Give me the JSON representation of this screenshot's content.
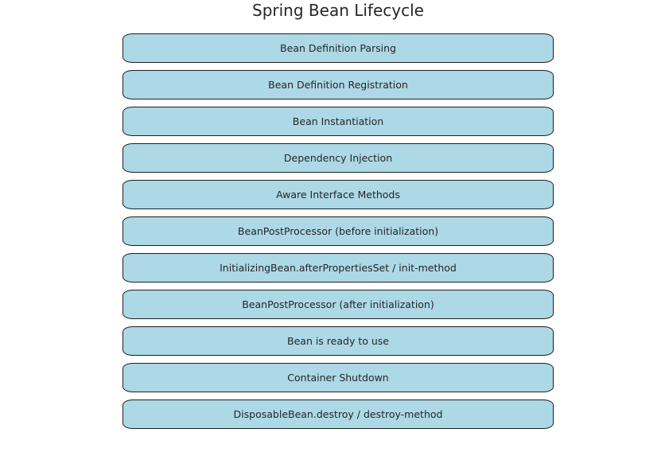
{
  "diagram": {
    "title": "Spring Bean Lifecycle",
    "fill_color": "#add8e6",
    "border_color": "#1f1f1f",
    "steps": [
      {
        "label": "Bean Definition Parsing"
      },
      {
        "label": "Bean Definition Registration"
      },
      {
        "label": "Bean Instantiation"
      },
      {
        "label": "Dependency Injection"
      },
      {
        "label": "Aware Interface Methods"
      },
      {
        "label": "BeanPostProcessor (before initialization)"
      },
      {
        "label": "InitializingBean.afterPropertiesSet / init-method"
      },
      {
        "label": "BeanPostProcessor (after initialization)"
      },
      {
        "label": "Bean is ready to use"
      },
      {
        "label": "Container Shutdown"
      },
      {
        "label": "DisposableBean.destroy / destroy-method"
      }
    ]
  }
}
